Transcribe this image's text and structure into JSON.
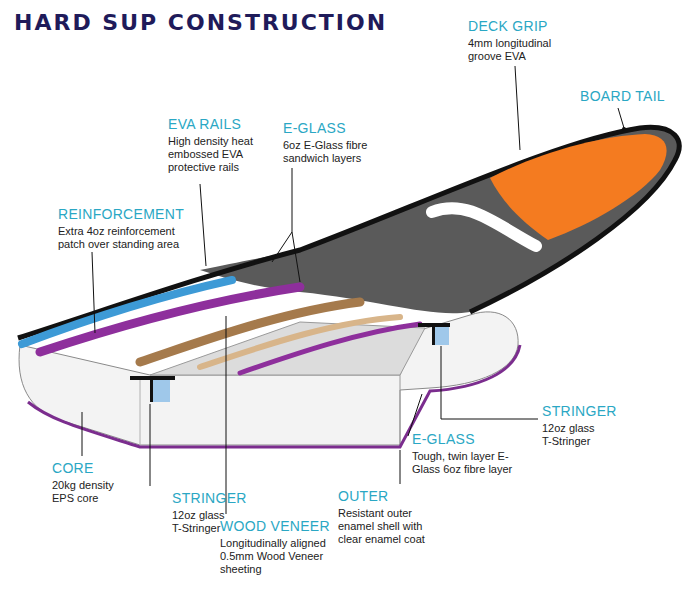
{
  "diagram": {
    "title": "HARD SUP CONSTRUCTION",
    "labels": [
      "DECK GRIP",
      "4mm longitudinal groove EVA",
      "BOARD TAIL",
      "EVA RAILS",
      "High density heat embossed EVA protective rails",
      "E-GLASS",
      "6oz E-Glass fibre sandwich layers",
      "REINFORCEMENT",
      "Extra 4oz reinforcement patch over standing area",
      "STRINGER",
      "12oz glass T-Stringer",
      "E-GLASS",
      "Tough, twin layer E-Glass 6oz fibre layer",
      "CORE",
      "20kg density EPS core",
      "STRINGER",
      "12oz glass T-Stringer",
      "WOOD VENEER",
      "Longitudinally aligned 0.5mm Wood Veneer sheeting",
      "OUTER",
      "Resistant outer enamel shell with clear enamel coat"
    ]
  }
}
